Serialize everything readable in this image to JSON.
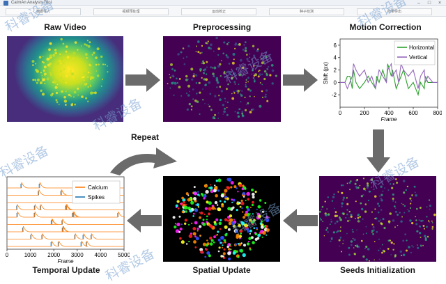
{
  "window": {
    "title": "CaImAn Analysis Tool",
    "buttons": [
      "–",
      "□",
      "×"
    ]
  },
  "menu": {
    "tabs": [
      "数据导入",
      "视频预处理",
      "运动校正",
      "种子检测",
      "结果导出"
    ]
  },
  "steps": {
    "raw": "Raw Video",
    "pre": "Preprocessing",
    "motion": "Motion Correction",
    "seeds": "Seeds Initialization",
    "spatial": "Spatial Update",
    "temporal": "Temporal Update",
    "repeat": "Repeat"
  },
  "colors": {
    "viridis_dark": "#440154",
    "arrow": "#6b6b6b",
    "horizontal": "#2ca02c",
    "vertical": "#9467bd",
    "calcium": "#ff7f0e",
    "spikes": "#1f77b4"
  },
  "chart_data": [
    {
      "type": "line",
      "xlabel": "Frame",
      "ylabel": "Shift (px)",
      "xlim": [
        0,
        800
      ],
      "ylim": [
        -4,
        7
      ],
      "xticks": [
        0,
        200,
        400,
        600,
        800
      ],
      "yticks": [
        -2,
        0,
        2,
        4,
        6
      ],
      "legend": "top-right",
      "series": [
        {
          "name": "Horizontal",
          "x": [
            0,
            40,
            60,
            80,
            100,
            110,
            130,
            160,
            200,
            230,
            260,
            290,
            300,
            320,
            350,
            380,
            390,
            420,
            430,
            460,
            480,
            500,
            520,
            560,
            600,
            640,
            660,
            690,
            700,
            720,
            760,
            800
          ],
          "values": [
            0,
            0,
            1,
            1,
            -1,
            2,
            0,
            -1,
            0,
            1,
            0,
            -1,
            1,
            0,
            2,
            0,
            3,
            1,
            2,
            -1,
            0,
            1,
            2,
            -1,
            0,
            -2,
            0,
            -1,
            1,
            0,
            0,
            0
          ]
        },
        {
          "name": "Vertical",
          "x": [
            0,
            40,
            60,
            80,
            100,
            110,
            130,
            160,
            200,
            230,
            260,
            290,
            300,
            320,
            350,
            380,
            390,
            420,
            430,
            460,
            480,
            500,
            520,
            560,
            600,
            640,
            660,
            690,
            700,
            720,
            760,
            800
          ],
          "values": [
            0,
            0,
            -1,
            0,
            1,
            3,
            2,
            1,
            2,
            0,
            1,
            -1,
            0,
            2,
            1,
            0,
            2,
            3,
            1,
            2,
            0,
            3,
            2,
            1,
            2,
            -1,
            1,
            2,
            0,
            1,
            0,
            0
          ]
        }
      ]
    },
    {
      "type": "line",
      "xlabel": "Frame",
      "xlim": [
        0,
        5000
      ],
      "xticks": [
        0,
        1000,
        2000,
        3000,
        4000,
        5000
      ],
      "legend": "top-right",
      "series": [
        {
          "name": "Calcium",
          "values": []
        },
        {
          "name": "Spikes",
          "values": []
        }
      ]
    }
  ],
  "watermark": "科睿设备"
}
